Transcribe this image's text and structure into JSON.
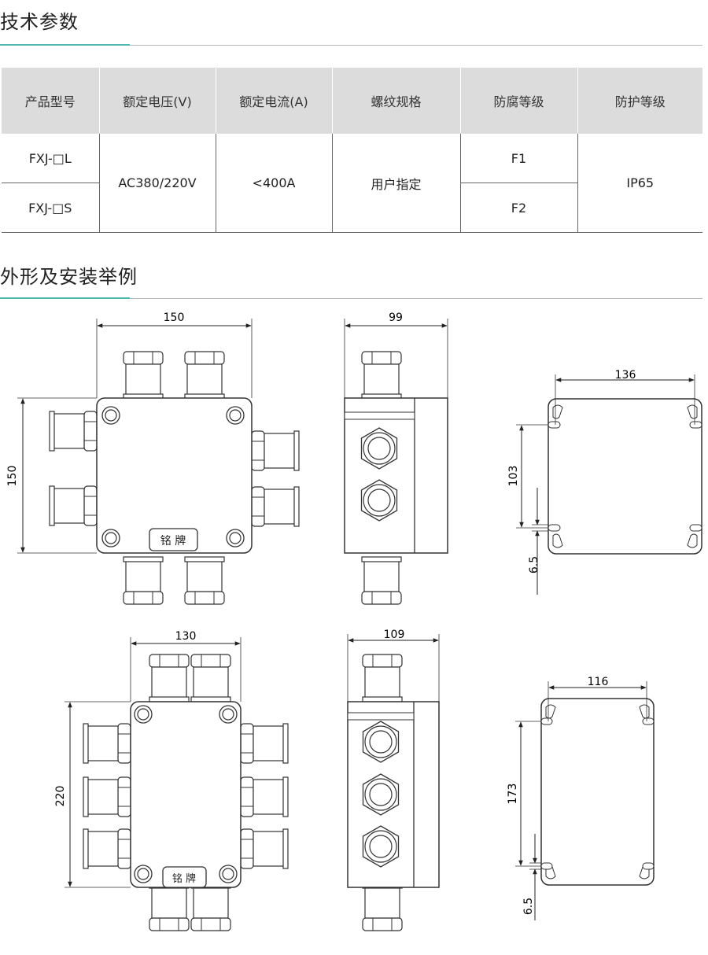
{
  "sections": {
    "specs_title": "技术参数",
    "layout_title": "外形及安装举例"
  },
  "table": {
    "headers": [
      "产品型号",
      "额定电压(V)",
      "额定电流(A)",
      "螺纹规格",
      "防腐等级",
      "防护等级"
    ],
    "models": [
      "FXJ-□L",
      "FXJ-□S"
    ],
    "voltage": "AC380/220V",
    "current": "<400A",
    "thread": "用户指定",
    "corrosion": [
      "F1",
      "F2"
    ],
    "protection": "IP65"
  },
  "drawings": {
    "nameplate": "铭 牌",
    "box1": {
      "width": "150",
      "height": "150",
      "side_depth": "99",
      "mount_width": "136",
      "mount_height": "103",
      "slot": "6.5"
    },
    "box2": {
      "width": "130",
      "height": "220",
      "side_depth": "109",
      "mount_width": "116",
      "mount_height": "173",
      "slot": "6.5"
    }
  }
}
